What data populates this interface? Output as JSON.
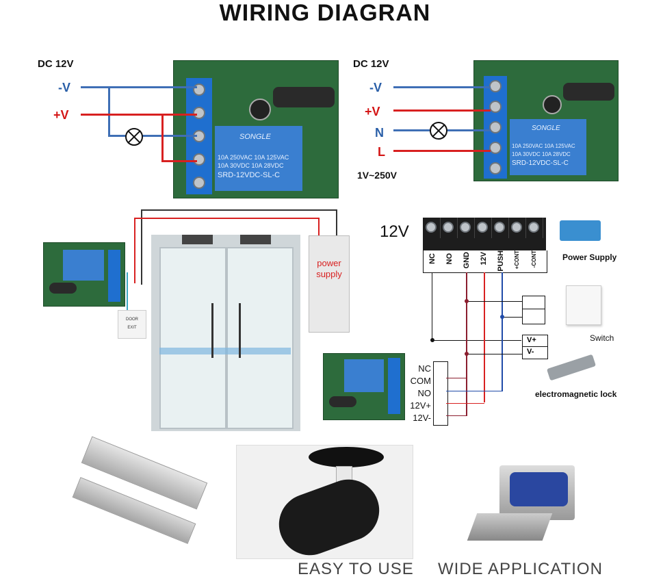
{
  "title": "WIRING DIAGRAN",
  "diagram_left": {
    "supply_label": "DC 12V",
    "neg_label": "-V",
    "pos_label": "+V",
    "relay_text_1": "SONGLE",
    "relay_text_2": "10A 250VAC  10A 125VAC",
    "relay_text_3": "10A  30VDC  10A  28VDC",
    "relay_text_4": "SRD-12VDC-SL-C"
  },
  "diagram_right": {
    "supply_label": "DC 12V",
    "neg_label": "-V",
    "pos_label": "+V",
    "n_label": "N",
    "l_label": "L",
    "range_label": "1V~250V",
    "relay_text_1": "SONGLE",
    "relay_text_2": "10A 250VAC  10A 125VAC",
    "relay_text_3": "10A  30VDC  10A  28VDC",
    "relay_text_4": "SRD-12VDC-SL-C"
  },
  "door_section": {
    "power_supply_label": "power supply",
    "exit_button_top": "DOOR",
    "exit_button_bottom": "EXIT"
  },
  "controller_section": {
    "voltage_label": "12V",
    "terminals": [
      "NC",
      "NO",
      "GND",
      "12V",
      "PUSH",
      "+CONT",
      "-CONT"
    ],
    "power_supply_caption": "Power Supply",
    "switch_caption": "Switch",
    "lock_caption": "electromagnetic lock",
    "vplus_label": "V+",
    "vminus_label": "V-",
    "relay_pins": [
      "NC",
      "COM",
      "NO",
      "12V+",
      "12V-"
    ]
  },
  "footer": {
    "left": "EASY TO USE",
    "right": "WIDE APPLICATION"
  },
  "colors": {
    "wire_blue": "#3f6fb5",
    "wire_red": "#d82020",
    "pcb_green": "#2d6b3c",
    "relay_blue": "#3a7fd0"
  }
}
